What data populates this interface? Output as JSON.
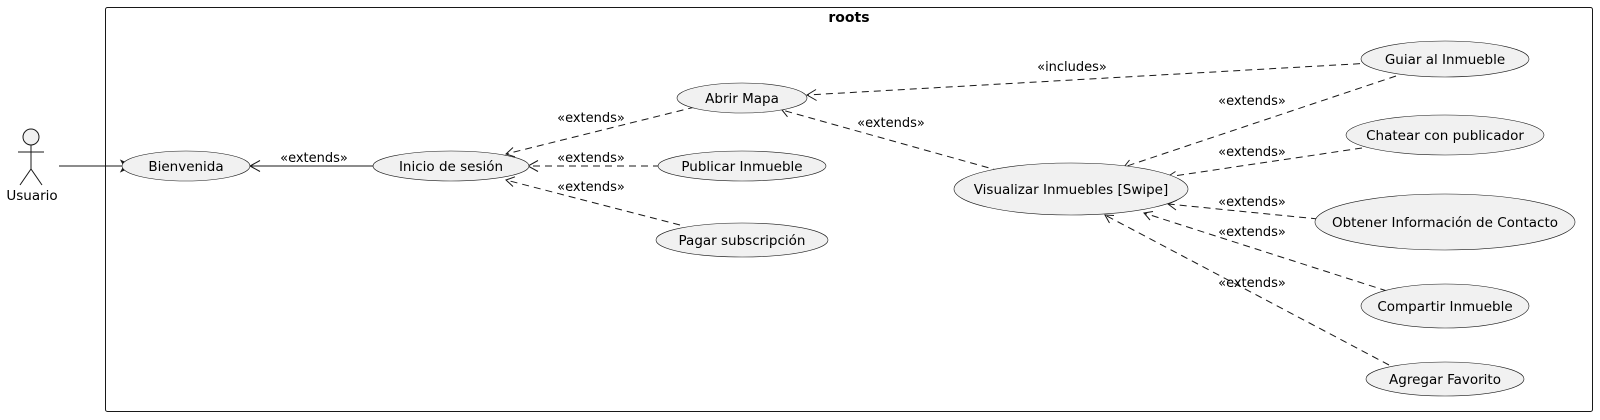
{
  "diagram": {
    "type": "use-case",
    "boundary_title": "roots",
    "actor": {
      "name": "Usuario"
    },
    "use_cases": [
      {
        "id": "bienvenida",
        "label": "Bienvenida"
      },
      {
        "id": "inicio",
        "label": "Inicio de sesión"
      },
      {
        "id": "abrir_mapa",
        "label": "Abrir Mapa"
      },
      {
        "id": "publicar",
        "label": "Publicar Inmueble"
      },
      {
        "id": "pagar",
        "label": "Pagar subscripción"
      },
      {
        "id": "visualizar",
        "label": "Visualizar Inmuebles [Swipe]"
      },
      {
        "id": "guiar",
        "label": "Guiar al Inmueble"
      },
      {
        "id": "chatear",
        "label": "Chatear con publicador"
      },
      {
        "id": "obtener",
        "label": "Obtener Información de Contacto"
      },
      {
        "id": "compartir",
        "label": "Compartir Inmueble"
      },
      {
        "id": "favorito",
        "label": "Agregar Favorito"
      }
    ],
    "relations": [
      {
        "from": "actor",
        "to": "bienvenida",
        "style": "association",
        "label": ""
      },
      {
        "from": "inicio",
        "to": "bienvenida",
        "style": "extend-solid",
        "label": "«extends»"
      },
      {
        "from": "abrir_mapa",
        "to": "inicio",
        "style": "dashed",
        "label": "«extends»"
      },
      {
        "from": "publicar",
        "to": "inicio",
        "style": "dashed",
        "label": "«extends»"
      },
      {
        "from": "pagar",
        "to": "inicio",
        "style": "dashed",
        "label": "«extends»"
      },
      {
        "from": "visualizar",
        "to": "abrir_mapa",
        "style": "dashed",
        "label": "«extends»"
      },
      {
        "from": "guiar",
        "to": "abrir_mapa",
        "style": "dashed",
        "label": "«includes»"
      },
      {
        "from": "guiar",
        "to": "visualizar",
        "style": "dashed",
        "label": "«extends»"
      },
      {
        "from": "chatear",
        "to": "visualizar",
        "style": "dashed",
        "label": "«extends»"
      },
      {
        "from": "obtener",
        "to": "visualizar",
        "style": "dashed",
        "label": "«extends»"
      },
      {
        "from": "compartir",
        "to": "visualizar",
        "style": "dashed",
        "label": "«extends»"
      },
      {
        "from": "favorito",
        "to": "visualizar",
        "style": "dashed",
        "label": "«extends»"
      }
    ]
  }
}
